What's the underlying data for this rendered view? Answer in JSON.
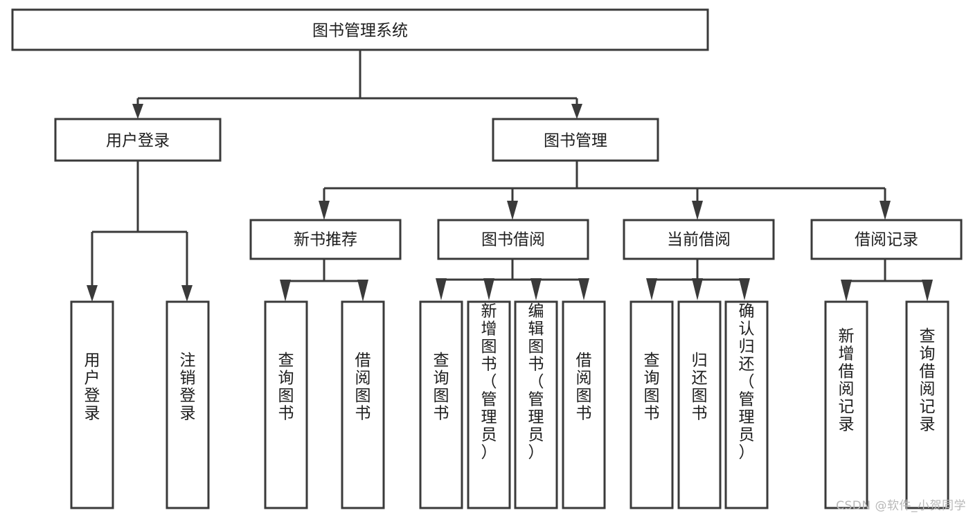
{
  "diagram": {
    "title": "图书管理系统",
    "type": "tree-hierarchy-diagram",
    "colors": {
      "background": "#ffffff",
      "box_fill": "#ffffff",
      "box_stroke": "#3a3a3a",
      "text": "#1d1d1d",
      "watermark": "#b8b8b8"
    },
    "root": {
      "label": "图书管理系统"
    },
    "level2": [
      {
        "label": "用户登录"
      },
      {
        "label": "图书管理"
      }
    ],
    "level3": [
      {
        "label": "新书推荐"
      },
      {
        "label": "图书借阅"
      },
      {
        "label": "当前借阅"
      },
      {
        "label": "借阅记录"
      }
    ],
    "leaves": {
      "user_login": [
        {
          "label": "用户登录"
        },
        {
          "label": "注销登录"
        }
      ],
      "new_book_recommend": [
        {
          "label": "查询图书"
        },
        {
          "label": "借阅图书"
        }
      ],
      "book_borrow": [
        {
          "label": "查询图书"
        },
        {
          "label": "新增图书（管理员）"
        },
        {
          "label": "编辑图书（管理员）"
        },
        {
          "label": "借阅图书"
        }
      ],
      "current_borrow": [
        {
          "label": "查询图书"
        },
        {
          "label": "归还图书"
        },
        {
          "label": "确认归还（管理员）"
        }
      ],
      "borrow_record": [
        {
          "label": "新增借阅记录"
        },
        {
          "label": "查询借阅记录"
        }
      ]
    }
  },
  "watermark": {
    "text": "CSDN @软件_小贺同学"
  }
}
